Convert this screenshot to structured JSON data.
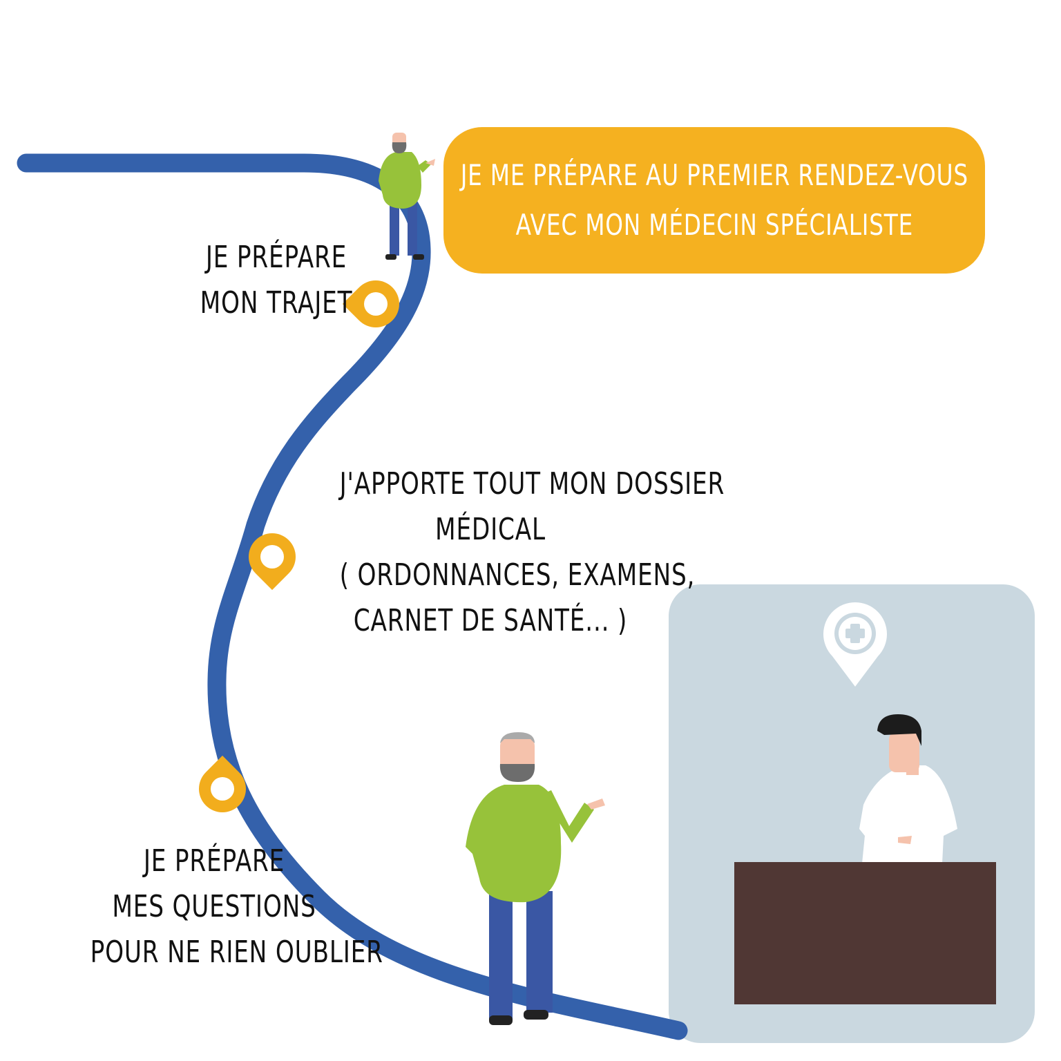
{
  "colors": {
    "path": "#3461ab",
    "title_bg": "#f5b120",
    "pin": "#f2ad1d",
    "office_bg": "#cad8e0",
    "desk": "#503734",
    "sweater": "#97c23a",
    "pants": "#3a57a4",
    "skin": "#f5c2ac",
    "beard": "#6d6d6d",
    "hair_doctor": "#1c1c1c"
  },
  "title": {
    "lines": [
      "Je me prépare au premier rendez-vous",
      "avec mon médecin spécialiste"
    ]
  },
  "steps": [
    {
      "lines": [
        "Je prépare",
        "mon trajet"
      ]
    },
    {
      "lines": [
        "J'apporte tout mon dossier",
        "médical",
        "( ordonnances, examens,",
        "carnet de santé... )"
      ]
    },
    {
      "lines": [
        "Je prépare",
        "mes questions",
        "pour ne rien oublier"
      ]
    }
  ],
  "icons": {
    "step_markers": "location-pin-icon",
    "office_marker": "medical-cross-pin-icon"
  }
}
